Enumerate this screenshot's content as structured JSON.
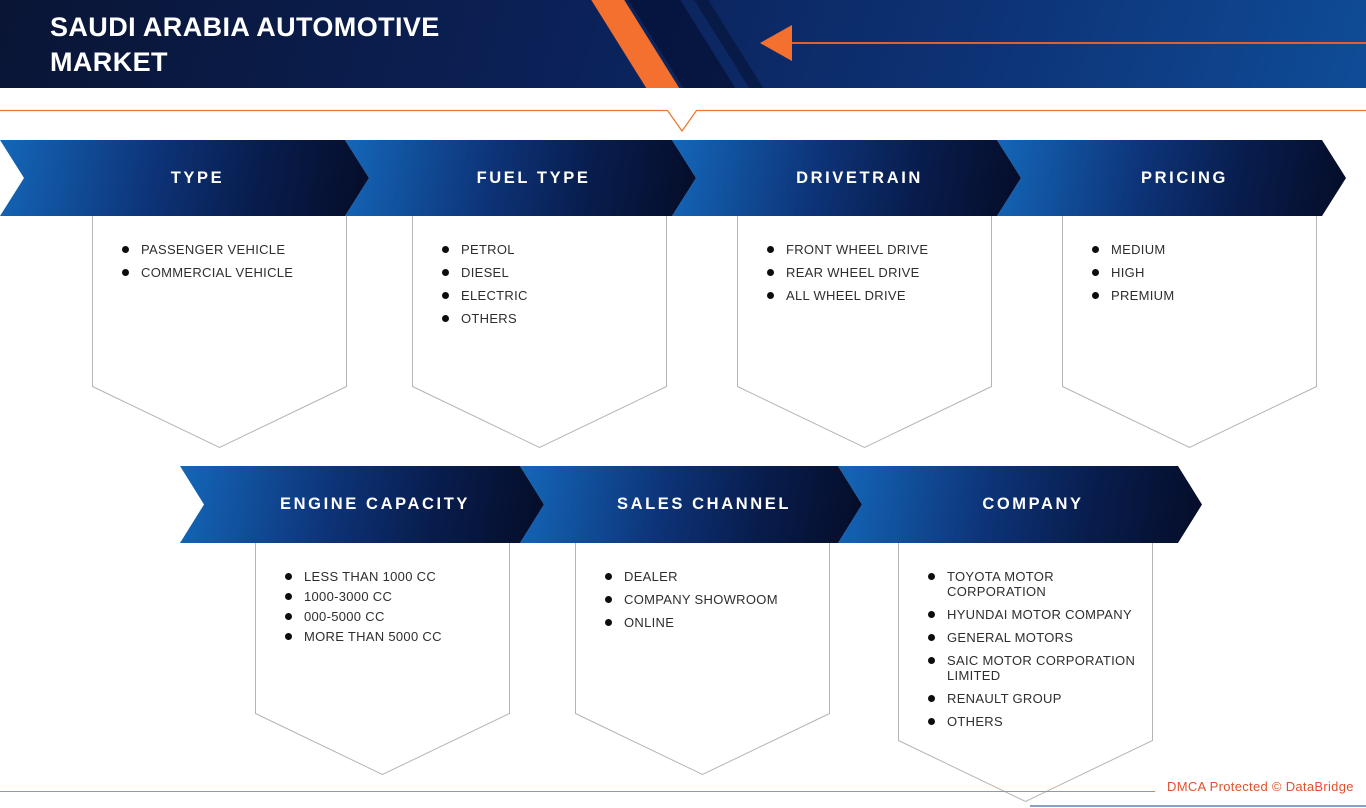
{
  "title": {
    "line1": "SAUDI ARABIA AUTOMOTIVE",
    "line2": "MARKET"
  },
  "segments_row1": [
    {
      "label": "TYPE",
      "items": [
        "PASSENGER VEHICLE",
        "COMMERCIAL VEHICLE"
      ]
    },
    {
      "label": "FUEL TYPE",
      "items": [
        "PETROL",
        "DIESEL",
        "ELECTRIC",
        "OTHERS"
      ]
    },
    {
      "label": "DRIVETRAIN",
      "items": [
        "FRONT WHEEL DRIVE",
        "REAR WHEEL DRIVE",
        "ALL WHEEL DRIVE"
      ]
    },
    {
      "label": "PRICING",
      "items": [
        "MEDIUM",
        "HIGH",
        "PREMIUM"
      ]
    }
  ],
  "segments_row2": [
    {
      "label": "ENGINE CAPACITY",
      "items": [
        "LESS THAN 1000 CC",
        "1000-3000 CC",
        "000-5000 CC",
        "MORE THAN 5000 CC"
      ]
    },
    {
      "label": "SALES CHANNEL",
      "items": [
        "DEALER",
        "COMPANY SHOWROOM",
        "ONLINE"
      ]
    },
    {
      "label": "COMPANY",
      "items": [
        "TOYOTA MOTOR CORPORATION",
        "HYUNDAI MOTOR COMPANY",
        "GENERAL MOTORS",
        "SAIC MOTOR CORPORATION LIMITED",
        "RENAULT GROUP",
        "OTHERS"
      ]
    }
  ],
  "footer": {
    "dmca_text": "DMCA Protected © DataBridge"
  },
  "colors": {
    "accent_orange": "#f3702e",
    "navy_dark": "#050e2b",
    "banner_blue": "#1467b9",
    "box_border": "#b5b5b5",
    "footer_text": "#e2512b"
  }
}
